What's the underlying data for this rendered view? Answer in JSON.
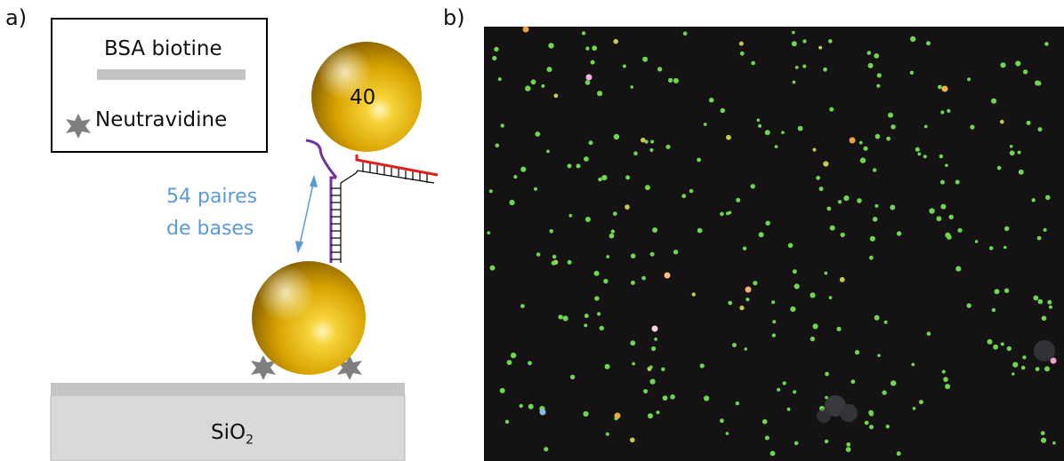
{
  "panels": {
    "a_label": "a)",
    "b_label": "b)"
  },
  "legend": {
    "bsa_label": "BSA biotine",
    "neutravidine_label": "Neutravidine"
  },
  "diagram": {
    "spacer_label_line1": "54 paires",
    "spacer_label_line2": "de bases",
    "bead_label": "40",
    "substrate_label": "SiO",
    "substrate_subscript": "2"
  },
  "colors": {
    "gold": "#d9a400",
    "bsa_gray": "#c4c4c4",
    "substrate": "#d9d9d9",
    "label_blue": "#5b9bd5",
    "strand_purple": "#7030a0",
    "strand_red": "#e02020",
    "micro_bg": "#141212",
    "dot_green": "#7be05a"
  }
}
